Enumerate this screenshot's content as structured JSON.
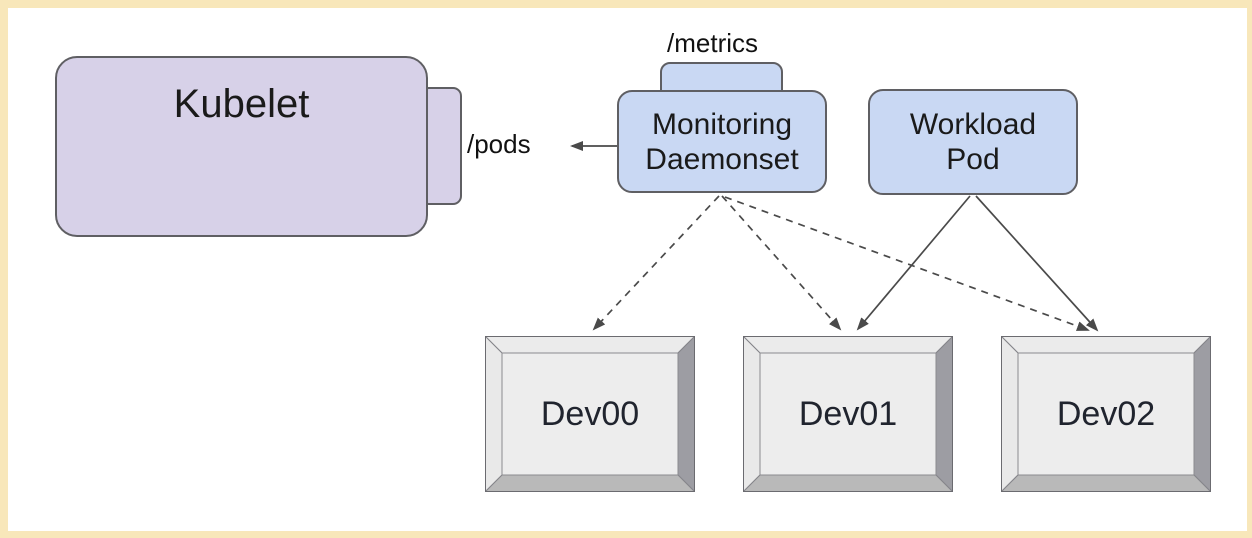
{
  "diagram": {
    "labels": {
      "pods_endpoint": "/pods",
      "metrics_endpoint": "/metrics"
    },
    "nodes": {
      "kubelet": {
        "label": "Kubelet"
      },
      "monitoring_daemonset": {
        "line1": "Monitoring",
        "line2": "Daemonset"
      },
      "workload_pod": {
        "line1": "Workload",
        "line2": "Pod"
      },
      "devices": [
        {
          "label": "Dev00"
        },
        {
          "label": "Dev01"
        },
        {
          "label": "Dev02"
        }
      ]
    },
    "edges": [
      {
        "from": "monitoring-daemonset",
        "to": "kubelet",
        "via_label": "/pods",
        "style": "solid-arrow"
      },
      {
        "from": "monitoring-daemonset",
        "to": "dev00",
        "style": "dashed-arrow"
      },
      {
        "from": "monitoring-daemonset",
        "to": "dev01",
        "style": "dashed-arrow"
      },
      {
        "from": "monitoring-daemonset",
        "to": "dev02",
        "style": "dashed-arrow"
      },
      {
        "from": "workload-pod",
        "to": "dev01",
        "style": "solid-arrow"
      },
      {
        "from": "workload-pod",
        "to": "dev02",
        "style": "solid-arrow"
      }
    ],
    "colors": {
      "frame": "#f8e7ba",
      "kubelet_fill": "#d7d1e8",
      "pod_fill": "#c9d8f3",
      "node_border": "#5f5f63",
      "arrow": "#4a4a4a",
      "device_face": "#ededed",
      "device_bevel_light": "#ebebeb",
      "device_bevel_right": "#9d9da3",
      "device_bevel_bottom": "#b9b9b9"
    }
  }
}
